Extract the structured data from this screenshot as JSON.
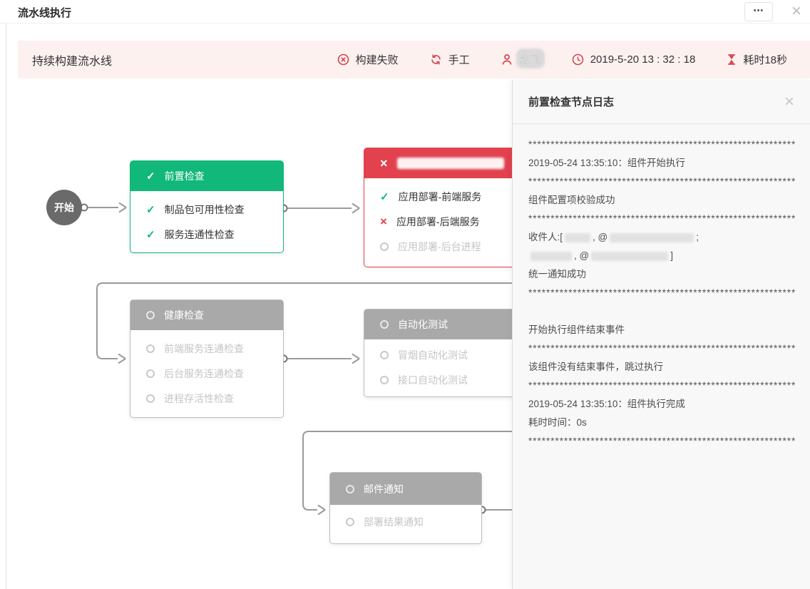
{
  "header": {
    "title": "流水线执行",
    "more_label": "•••",
    "close_glyph": "×"
  },
  "statusbar": {
    "pipeline_name": "持续构建流水线",
    "accent_color": "#d8414b",
    "items": [
      {
        "icon": "build-failed-icon",
        "label": "构建失败"
      },
      {
        "icon": "manual-trigger-icon",
        "label": "手工"
      },
      {
        "icon": "user-icon",
        "label": "龙飞",
        "redacted": true
      },
      {
        "icon": "clock-icon",
        "label": "2019-5-20 13 : 32 : 18"
      },
      {
        "icon": "duration-icon",
        "label": "耗时18秒"
      }
    ]
  },
  "icons": {
    "check": "✓",
    "cross": "×"
  },
  "flow": {
    "start_label": "开始",
    "colors": {
      "success": "#12b77a",
      "failed": "#e2414e",
      "pending": "#a9a9a9"
    },
    "nodes": [
      {
        "title": "前置检查",
        "status": "success",
        "items": [
          {
            "label": "制品包可用性检查",
            "status": "success"
          },
          {
            "label": "服务连通性检查",
            "status": "success"
          }
        ]
      },
      {
        "title": "",
        "title_redacted": true,
        "status": "failed",
        "items": [
          {
            "label": "应用部署-前端服务",
            "status": "success"
          },
          {
            "label": "应用部署-后端服务",
            "status": "failed"
          },
          {
            "label": "应用部署-后台进程",
            "status": "pending"
          }
        ]
      },
      {
        "title": "健康检查",
        "status": "pending",
        "items": [
          {
            "label": "前端服务连通检查",
            "status": "pending"
          },
          {
            "label": "后台服务连通检查",
            "status": "pending"
          },
          {
            "label": "进程存活性检查",
            "status": "pending"
          }
        ]
      },
      {
        "title": "自动化测试",
        "status": "pending",
        "items": [
          {
            "label": "冒烟自动化测试",
            "status": "pending"
          },
          {
            "label": "接口自动化测试",
            "status": "pending"
          }
        ]
      },
      {
        "title": "邮件通知",
        "status": "pending",
        "items": [
          {
            "label": "部署结果通知",
            "status": "pending"
          }
        ]
      }
    ]
  },
  "log_panel": {
    "title": "前置检查节点日志",
    "close_glyph": "×",
    "stars": "************************************************************",
    "texts": {
      "start": "2019-05-24 13:35:10：组件开始执行",
      "cfg_ok": "组件配置项校验成功",
      "notify_ok": "统一通知成功",
      "end_event_start": "开始执行组件结束事件",
      "no_end_event": "该组件没有结束事件，跳过执行",
      "done": "2019-05-24 13:35:10：组件执行完成",
      "elapsed": "耗时时间：0s"
    },
    "recipients": {
      "prefix": "收件人:[",
      "at": ", @",
      "semicolon": ";",
      "closing": "]"
    }
  }
}
